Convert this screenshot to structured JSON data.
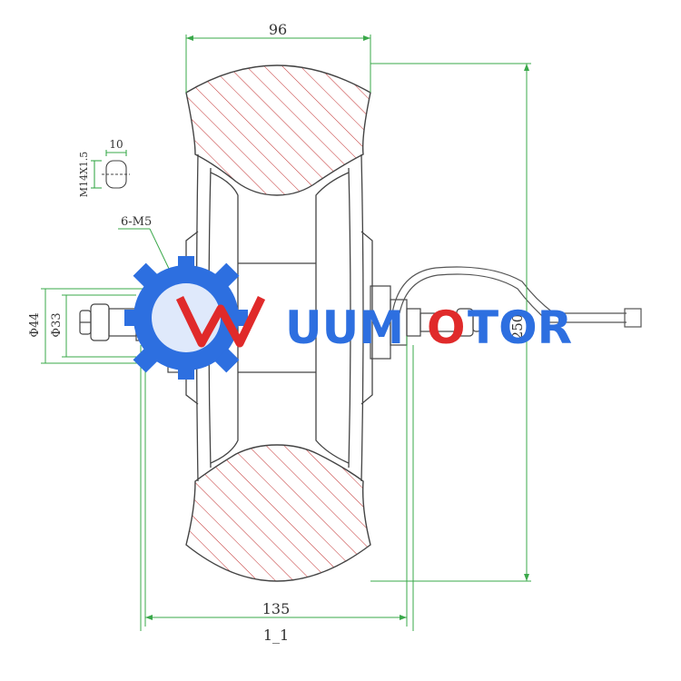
{
  "drawing": {
    "dim_top_width": "96",
    "dim_bolt_spec": "M14X1.5",
    "dim_flat": "10",
    "dim_holes": "6-M5",
    "dim_phi44": "Φ44",
    "dim_phi33": "Φ33",
    "dim_bottom_135": "135",
    "dim_bottom_partial": "1_1",
    "dim_right_diameter": "250"
  },
  "watermark": {
    "brand": "UUMOTOR",
    "brand_primary": "UUM",
    "brand_red": "O",
    "brand_secondary": "TOR",
    "blue_color": "#2d6fe0",
    "red_color": "#e02a2a"
  },
  "colors": {
    "line": "#444444",
    "dimension": "#3aa84a",
    "hatch": "#c23030"
  }
}
